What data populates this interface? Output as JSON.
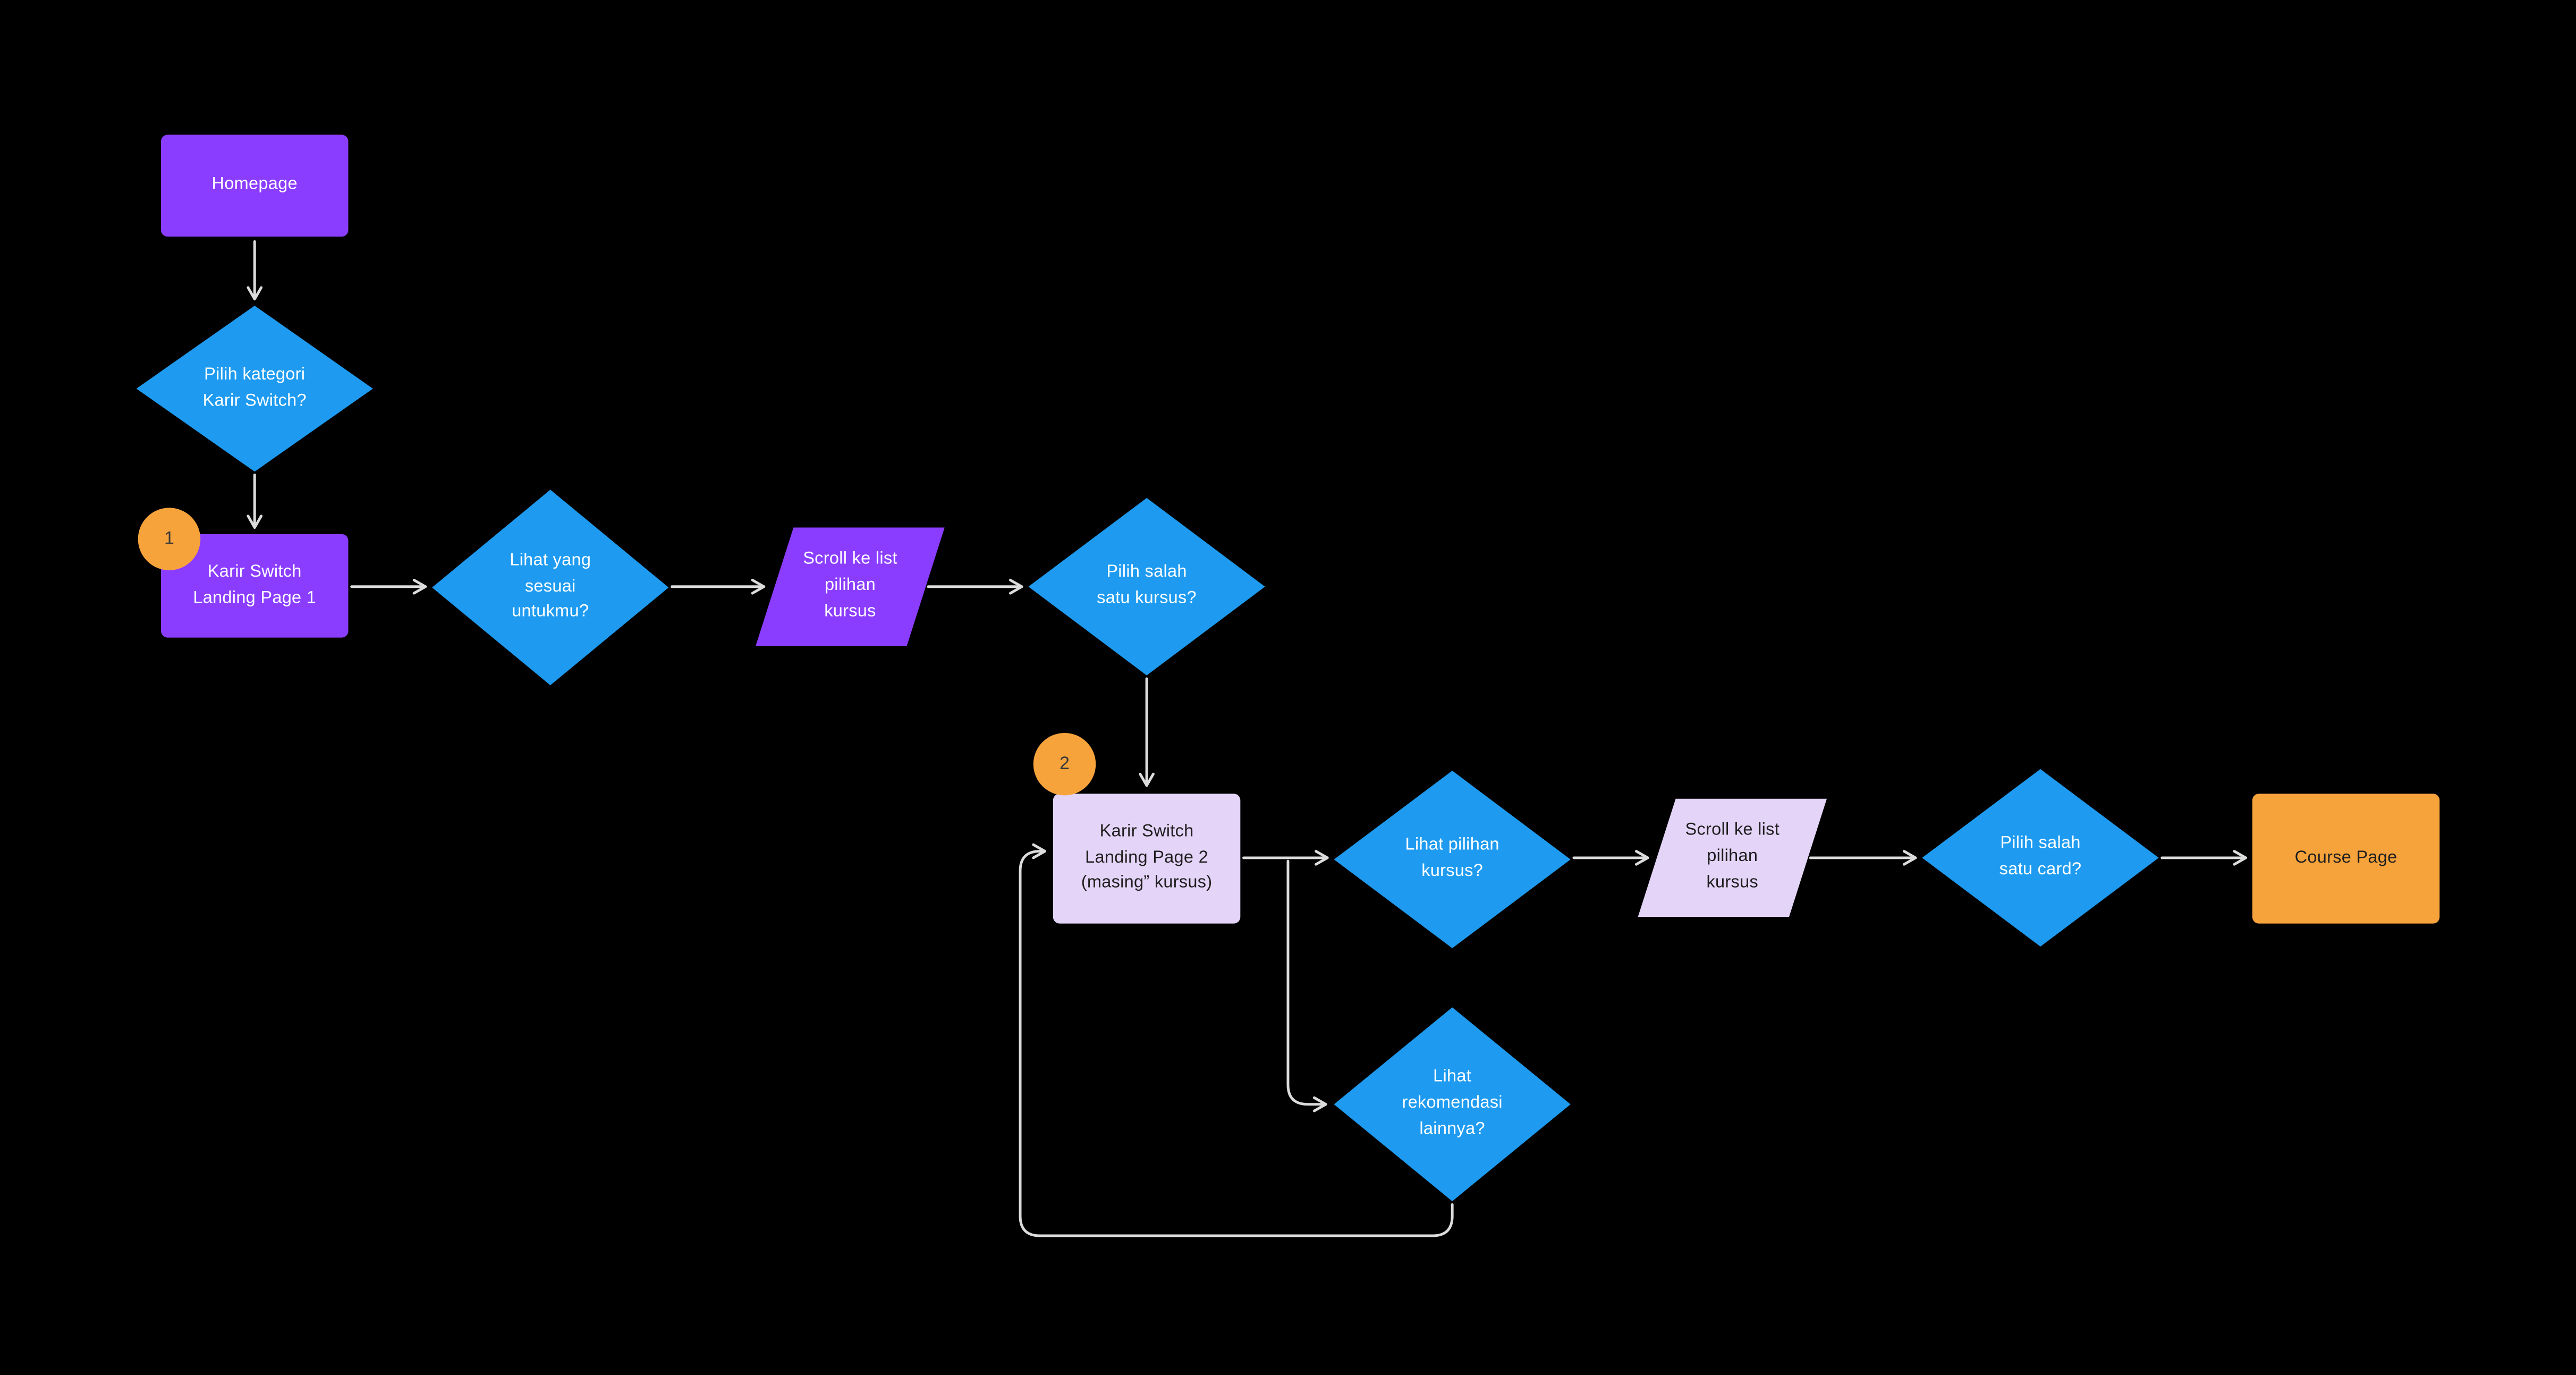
{
  "app": {
    "type": "flowchart",
    "background": "#000000"
  },
  "colors": {
    "bg": "#000000",
    "purple": "#8B3DFF",
    "blue": "#1E9BF0",
    "lavender": "#E4D4F7",
    "orange": "#F7A33C",
    "arrow": "#DCDCDC",
    "text-light": "#FFFFFF",
    "text-dark": "#1E1E1E",
    "badge-text": "#3A3A3A"
  },
  "nodes": {
    "homepage": {
      "label": "Homepage",
      "shape": "rectangle",
      "color": "purple"
    },
    "decision_kategori": {
      "label": "Pilih kategori\nKarir Switch?",
      "shape": "diamond",
      "color": "blue"
    },
    "landing_page_1": {
      "label": "Karir Switch\nLanding Page 1",
      "shape": "rectangle",
      "color": "purple"
    },
    "decision_sesuai": {
      "label": "Lihat yang\nsesuai\nuntukmu?",
      "shape": "diamond",
      "color": "blue"
    },
    "scroll_list_1": {
      "label": "Scroll ke list\npilihan\nkursus",
      "shape": "parallelogram",
      "color": "purple"
    },
    "decision_kursus": {
      "label": "Pilih salah\nsatu kursus?",
      "shape": "diamond",
      "color": "blue"
    },
    "landing_page_2": {
      "label": "Karir Switch\nLanding Page 2\n(masing” kursus)",
      "shape": "rectangle",
      "color": "lavender"
    },
    "decision_pilihan": {
      "label": "Lihat pilihan\nkursus?",
      "shape": "diamond",
      "color": "blue"
    },
    "scroll_list_2": {
      "label": "Scroll ke list\npilihan\nkursus",
      "shape": "parallelogram",
      "color": "lavender"
    },
    "decision_card": {
      "label": "Pilih salah\nsatu card?",
      "shape": "diamond",
      "color": "blue"
    },
    "course_page": {
      "label": "Course Page",
      "shape": "rectangle",
      "color": "orange"
    },
    "decision_rekomendasi": {
      "label": "Lihat\nrekomendasi\nlainnya?",
      "shape": "diamond",
      "color": "blue"
    }
  },
  "badges": {
    "step_1": "1",
    "step_2": "2"
  },
  "edges": [
    {
      "from": "homepage",
      "to": "decision_kategori"
    },
    {
      "from": "decision_kategori",
      "to": "landing_page_1"
    },
    {
      "from": "landing_page_1",
      "to": "decision_sesuai"
    },
    {
      "from": "decision_sesuai",
      "to": "scroll_list_1"
    },
    {
      "from": "scroll_list_1",
      "to": "decision_kursus"
    },
    {
      "from": "decision_kursus",
      "to": "landing_page_2"
    },
    {
      "from": "landing_page_2",
      "to": "decision_pilihan"
    },
    {
      "from": "landing_page_2",
      "to": "decision_rekomendasi"
    },
    {
      "from": "decision_pilihan",
      "to": "scroll_list_2"
    },
    {
      "from": "scroll_list_2",
      "to": "decision_card"
    },
    {
      "from": "decision_card",
      "to": "course_page"
    },
    {
      "from": "decision_rekomendasi",
      "to": "landing_page_2"
    }
  ]
}
